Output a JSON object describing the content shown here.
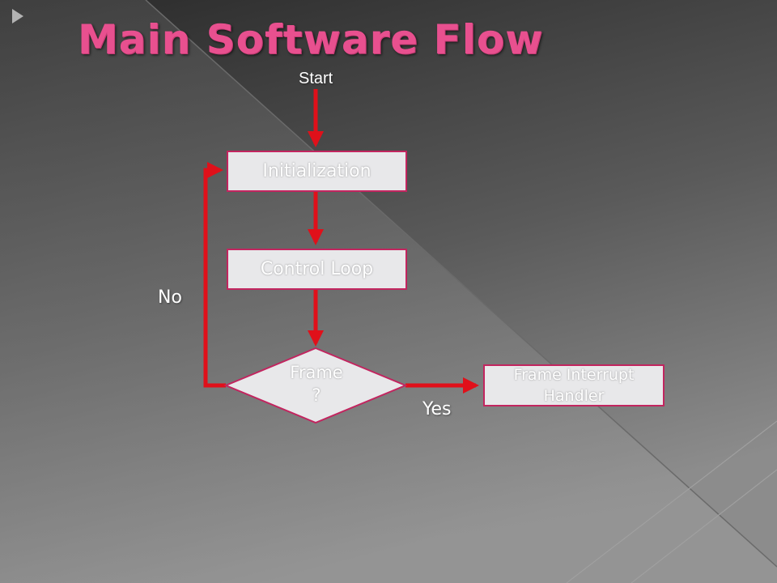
{
  "title": "Main Software Flow",
  "labels": {
    "start": "Start",
    "no": "No",
    "yes": "Yes"
  },
  "nodes": {
    "initialization": "Initialization",
    "control_loop": "Control Loop",
    "decision_line1": "Frame",
    "decision_line2": "?",
    "handler_line1": "Frame Interrupt",
    "handler_line2": "Handler"
  },
  "colors": {
    "title": "#e8508f",
    "arrow": "#e0101a",
    "box_fill": "#e8e8ea",
    "box_border": "#c2255f"
  },
  "icons": {
    "corner": "triangle-right-icon"
  }
}
